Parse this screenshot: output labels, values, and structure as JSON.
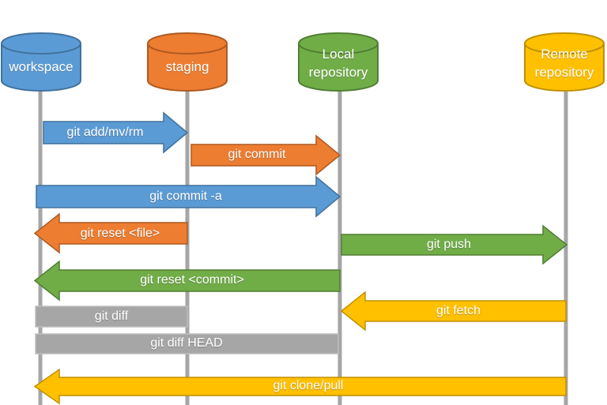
{
  "palette": {
    "background": "#FFFFFF",
    "lifeline": "#A6A6A6",
    "label_text": "#FFFFFF"
  },
  "nodes": [
    {
      "id": "workspace",
      "label": "workspace",
      "fill": "#5B9BD5",
      "border": "#41719C"
    },
    {
      "id": "staging",
      "label": "staging",
      "fill": "#ED7D31",
      "border": "#AE5A21"
    },
    {
      "id": "local-repository",
      "label": "Local repository",
      "fill": "#70AD47",
      "border": "#507E32"
    },
    {
      "id": "remote-repository",
      "label": "Remote repository",
      "fill": "#FFC000",
      "border": "#BF9000"
    }
  ],
  "commands": [
    {
      "label": "git add/mv/rm",
      "from": "workspace",
      "to": "staging",
      "shape": "arrow",
      "direction": "right",
      "fill": "#5B9BD5",
      "border": "#41719C"
    },
    {
      "label": "git commit",
      "from": "staging",
      "to": "local-repository",
      "shape": "arrow",
      "direction": "right",
      "fill": "#ED7D31",
      "border": "#AE5A21"
    },
    {
      "label": "git commit -a",
      "from": "workspace",
      "to": "local-repository",
      "shape": "arrow",
      "direction": "right",
      "fill": "#5B9BD5",
      "border": "#41719C"
    },
    {
      "label": "git reset <file>",
      "from": "staging",
      "to": "workspace",
      "shape": "arrow",
      "direction": "left",
      "fill": "#ED7D31",
      "border": "#AE5A21"
    },
    {
      "label": "git push",
      "from": "local-repository",
      "to": "remote-repository",
      "shape": "arrow",
      "direction": "right",
      "fill": "#70AD47",
      "border": "#507E32"
    },
    {
      "label": "git reset <commit>",
      "from": "local-repository",
      "to": "workspace",
      "shape": "arrow",
      "direction": "left",
      "fill": "#70AD47",
      "border": "#507E32"
    },
    {
      "label": "git fetch",
      "from": "remote-repository",
      "to": "local-repository",
      "shape": "arrow",
      "direction": "left",
      "fill": "#FFC000",
      "border": "#BF9000"
    },
    {
      "label": "git diff",
      "from": "workspace",
      "to": "staging",
      "shape": "rect",
      "direction": "none",
      "fill": "#A6A6A6",
      "border": "#BDBDBD"
    },
    {
      "label": "git diff HEAD",
      "from": "workspace",
      "to": "local-repository",
      "shape": "rect",
      "direction": "none",
      "fill": "#A6A6A6",
      "border": "#BDBDBD"
    },
    {
      "label": "git clone/pull",
      "from": "remote-repository",
      "to": "workspace",
      "shape": "arrow",
      "direction": "left",
      "fill": "#FFC000",
      "border": "#BF9000"
    }
  ]
}
